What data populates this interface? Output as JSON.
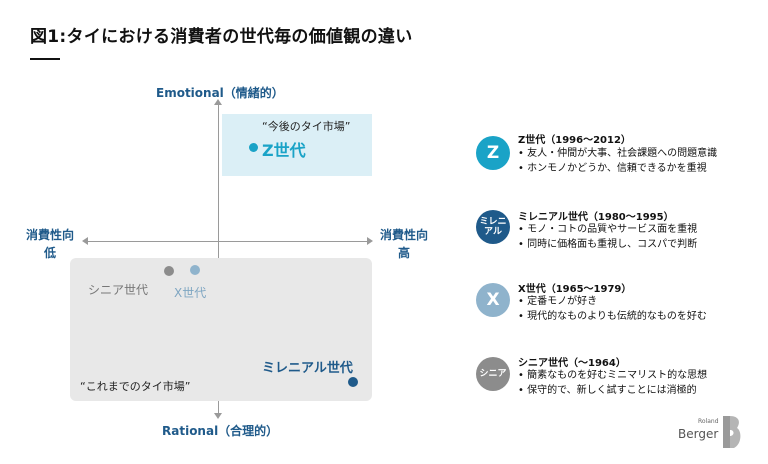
{
  "title": "図1:タイにおける消費者の世代毎の価値観の違い",
  "axes": {
    "top": "Emotional（情緒的）",
    "bottom": "Rational（合理的）",
    "left": {
      "line1": "消費性向",
      "line2": "低"
    },
    "right": {
      "line1": "消費性向",
      "line2": "高"
    }
  },
  "zones": {
    "future": "“今後のタイ市場”",
    "current": "“これまでのタイ市場”"
  },
  "points": {
    "gen_z": "Z世代",
    "senior": "シニア世代",
    "gen_x": "X世代",
    "millennial": "ミレニアル世代"
  },
  "legend": [
    {
      "badge": "Z",
      "title": "Z世代（1996～2012）",
      "bullets": [
        "• 友人・仲間が大事、社会課題への問題意識",
        "• ホンモノかどうか、信頼できるかを重視"
      ],
      "color": "#1aa3c7"
    },
    {
      "badge_line1": "ミレニ",
      "badge_line2": "アル",
      "title": "ミレニアル世代（1980～1995）",
      "bullets": [
        "• モノ・コトの品質やサービス面を重視",
        "• 同時に価格面も重視し、コスパで判断"
      ],
      "color": "#1f5a8a"
    },
    {
      "badge": "X",
      "title": "X世代（1965～1979）",
      "bullets": [
        "• 定番モノが好き",
        "• 現代的なものよりも伝統的なものを好む"
      ],
      "color": "#8fb3cc"
    },
    {
      "badge": "シニア",
      "title": "シニア世代（～1964）",
      "bullets": [
        "• 簡素なものを好むミニマリスト的な思想",
        "• 保守的で、新しく試すことには消極的"
      ],
      "color": "#8c8c8c"
    }
  ],
  "logo": {
    "small": "Roland",
    "main": "Berger"
  }
}
